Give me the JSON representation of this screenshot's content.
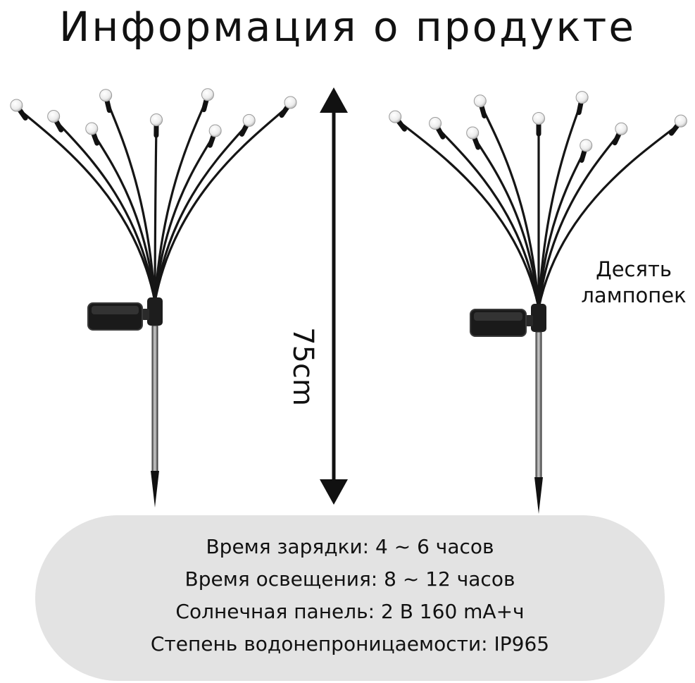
{
  "title": "Информация о продукте",
  "dimension": "75cm",
  "side_note": [
    "Десять",
    "лампопек"
  ],
  "specs": [
    "Время зарядки: 4 ~ 6 часов",
    "Время освещения: 8 ~ 12 часов",
    "Солнечная панель:  2 В 160 mA+ч",
    "Степень водонепроницаемости: IP965"
  ],
  "icons": {
    "left_lamp": "solar-firefly-lamp-icon",
    "right_lamp": "solar-firefly-lamp-icon",
    "height_arrow": "double-arrow-vertical-icon"
  },
  "colors": {
    "panel_bg": "#e3e3e3",
    "stroke": "#111111",
    "bulb": "#f2f2f2"
  }
}
